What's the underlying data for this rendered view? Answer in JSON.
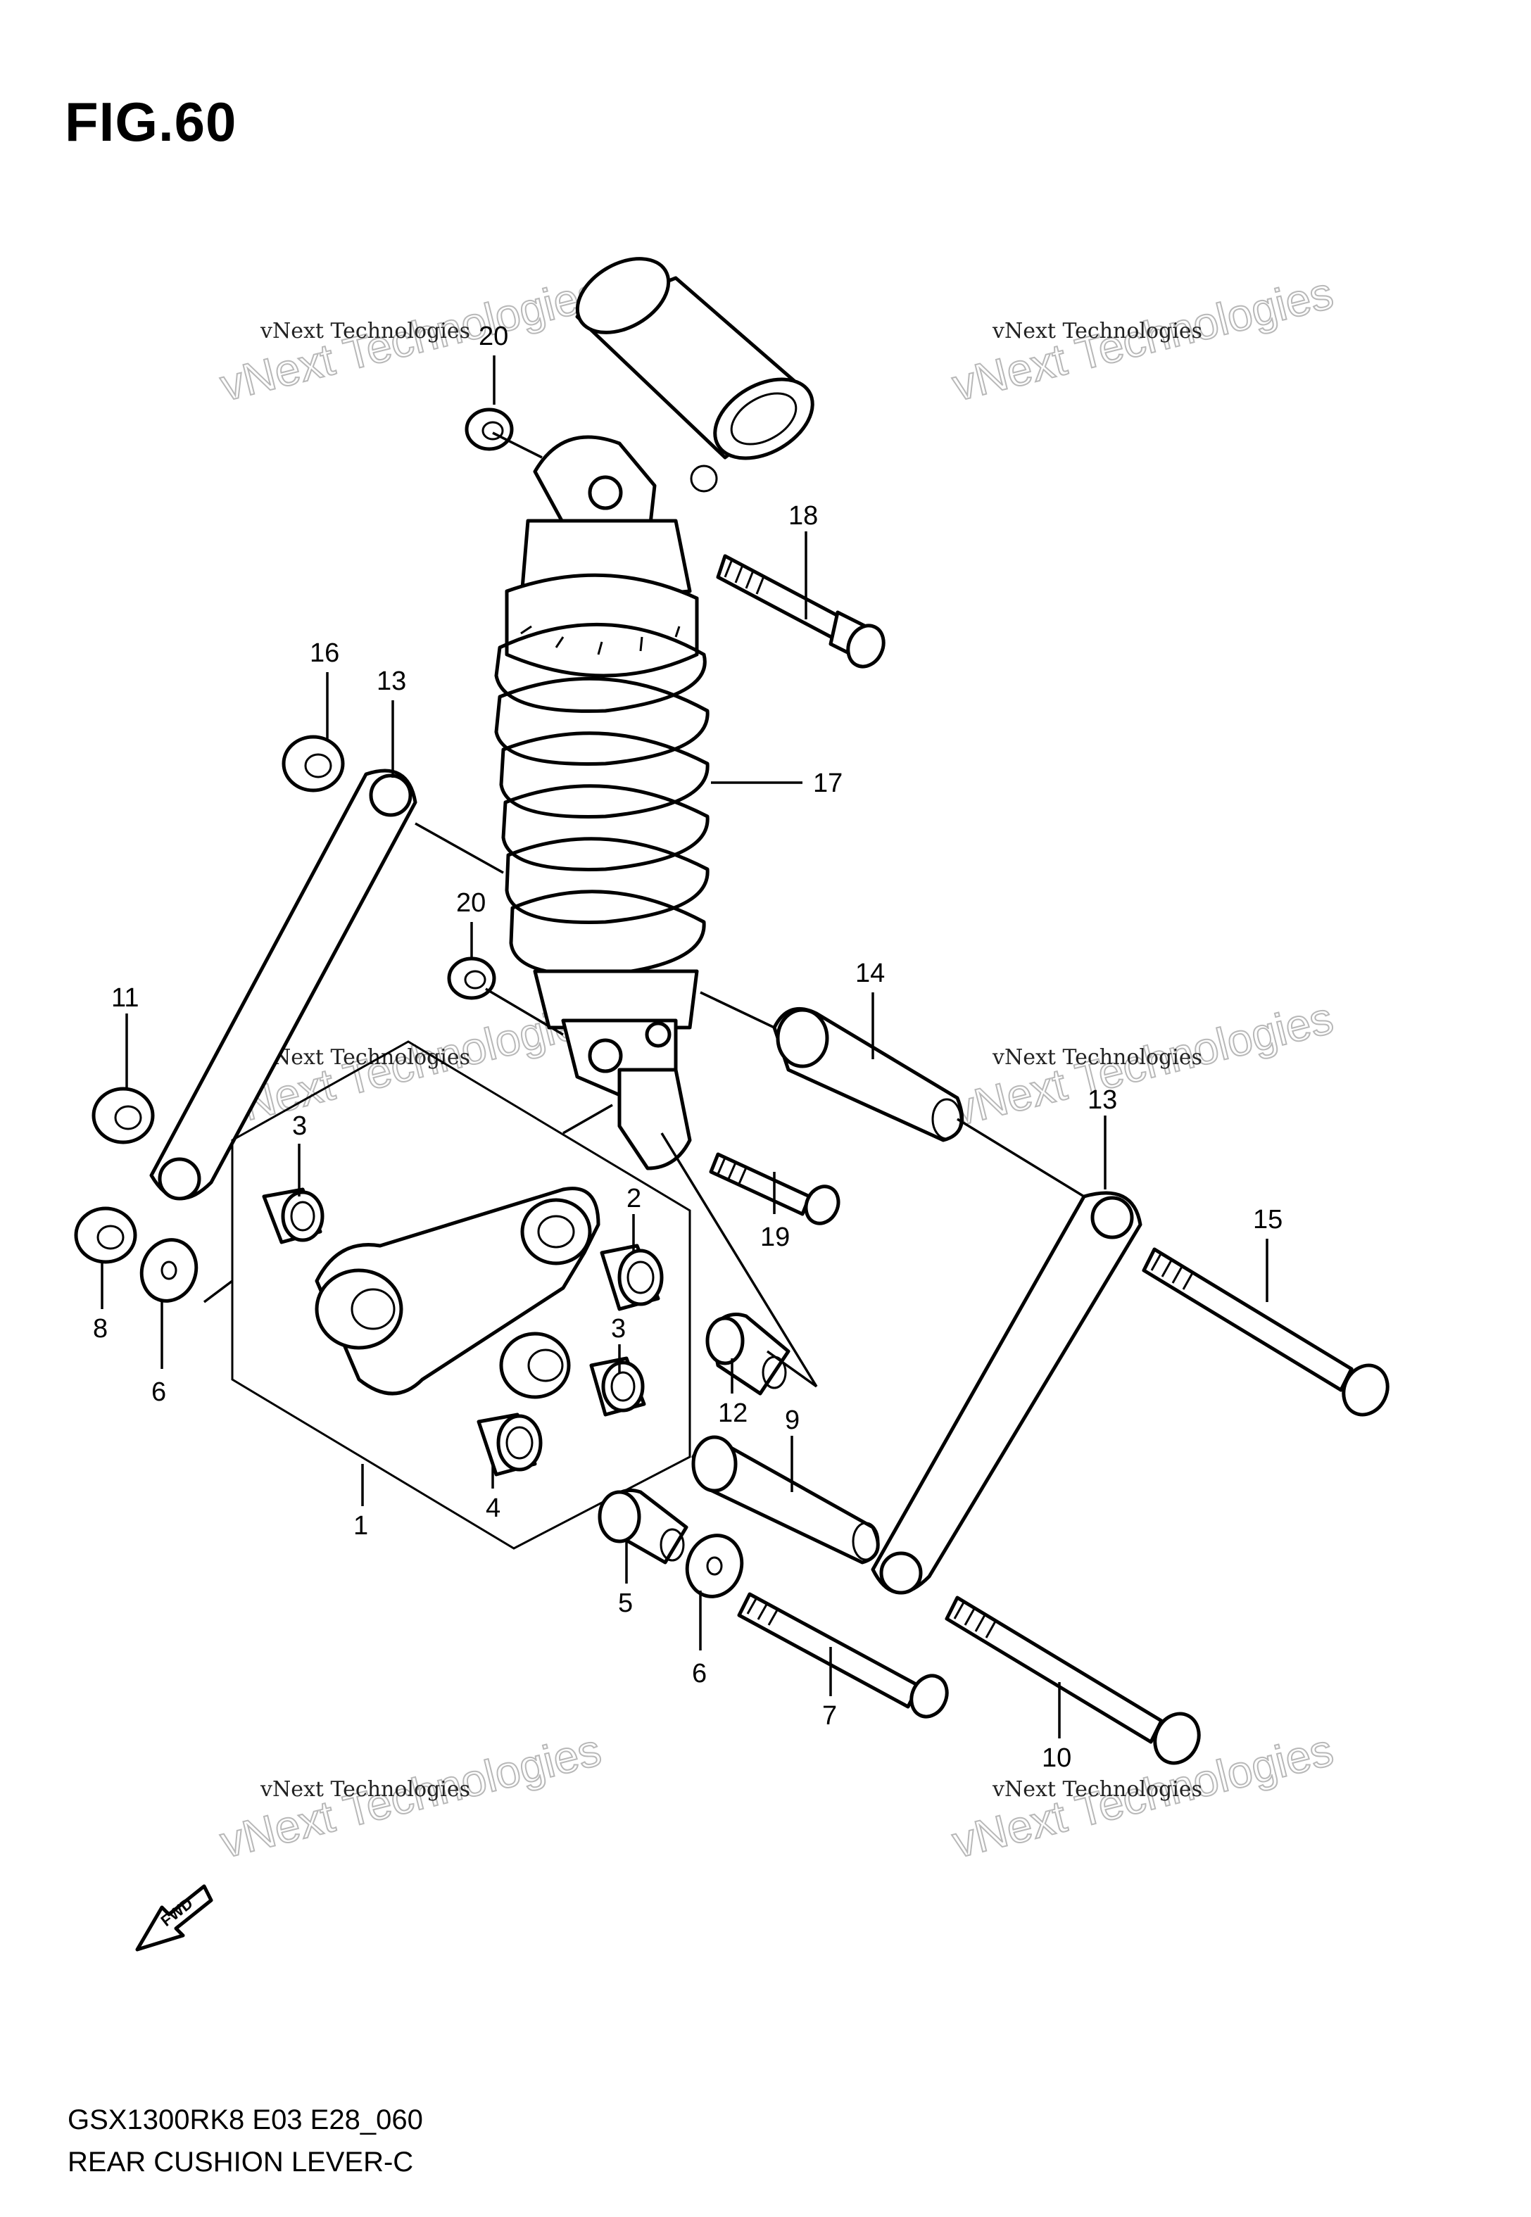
{
  "figure": {
    "title": "FIG.60",
    "model_code": "GSX1300RK8 E03 E28_060",
    "caption": "REAR CUSHION LEVER-C"
  },
  "watermark": {
    "small_text": "vNext Technologies",
    "large_text": "vNext Technologies"
  },
  "fwd_badge": "FWD",
  "callouts": [
    "20",
    "18",
    "16",
    "13",
    "17",
    "20",
    "14",
    "11",
    "3",
    "13",
    "2",
    "19",
    "15",
    "8",
    "3",
    "6",
    "12",
    "9",
    "1",
    "4",
    "5",
    "6",
    "7",
    "10"
  ]
}
